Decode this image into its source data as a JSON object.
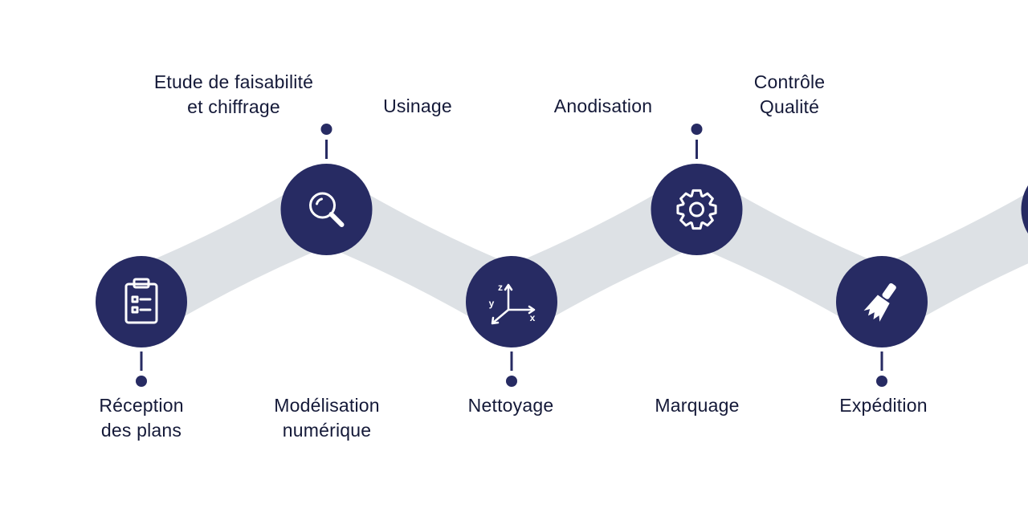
{
  "colors": {
    "node_fill": "#272b63",
    "connector_fill": "#dde1e5",
    "stem": "#272b63",
    "text": "#141938",
    "icon": "#ffffff"
  },
  "steps": [
    {
      "label": "Réception\ndes plans",
      "icon": "clipboard-icon",
      "position": "bottom"
    },
    {
      "label": "Etude de faisabilité\net chiffrage",
      "icon": "magnifier-icon",
      "position": "top"
    },
    {
      "label": "Modélisation\nnumérique",
      "icon": "axes-icon",
      "position": "bottom",
      "axis_letters": [
        "z",
        "y",
        "x"
      ]
    },
    {
      "label": "Usinage",
      "icon": "gear-icon",
      "position": "top"
    },
    {
      "label": "Nettoyage",
      "icon": "brush-icon",
      "position": "bottom"
    },
    {
      "label": "Anodisation",
      "icon": "flask-icon",
      "position": "top"
    },
    {
      "label": "Marquage",
      "icon": "fingerprint-icon",
      "position": "bottom"
    },
    {
      "label": "Contrôle\nQualité",
      "icon": "microscope-icon",
      "position": "top"
    },
    {
      "label": "Expédition",
      "icon": "truck-icon",
      "position": "bottom"
    }
  ]
}
